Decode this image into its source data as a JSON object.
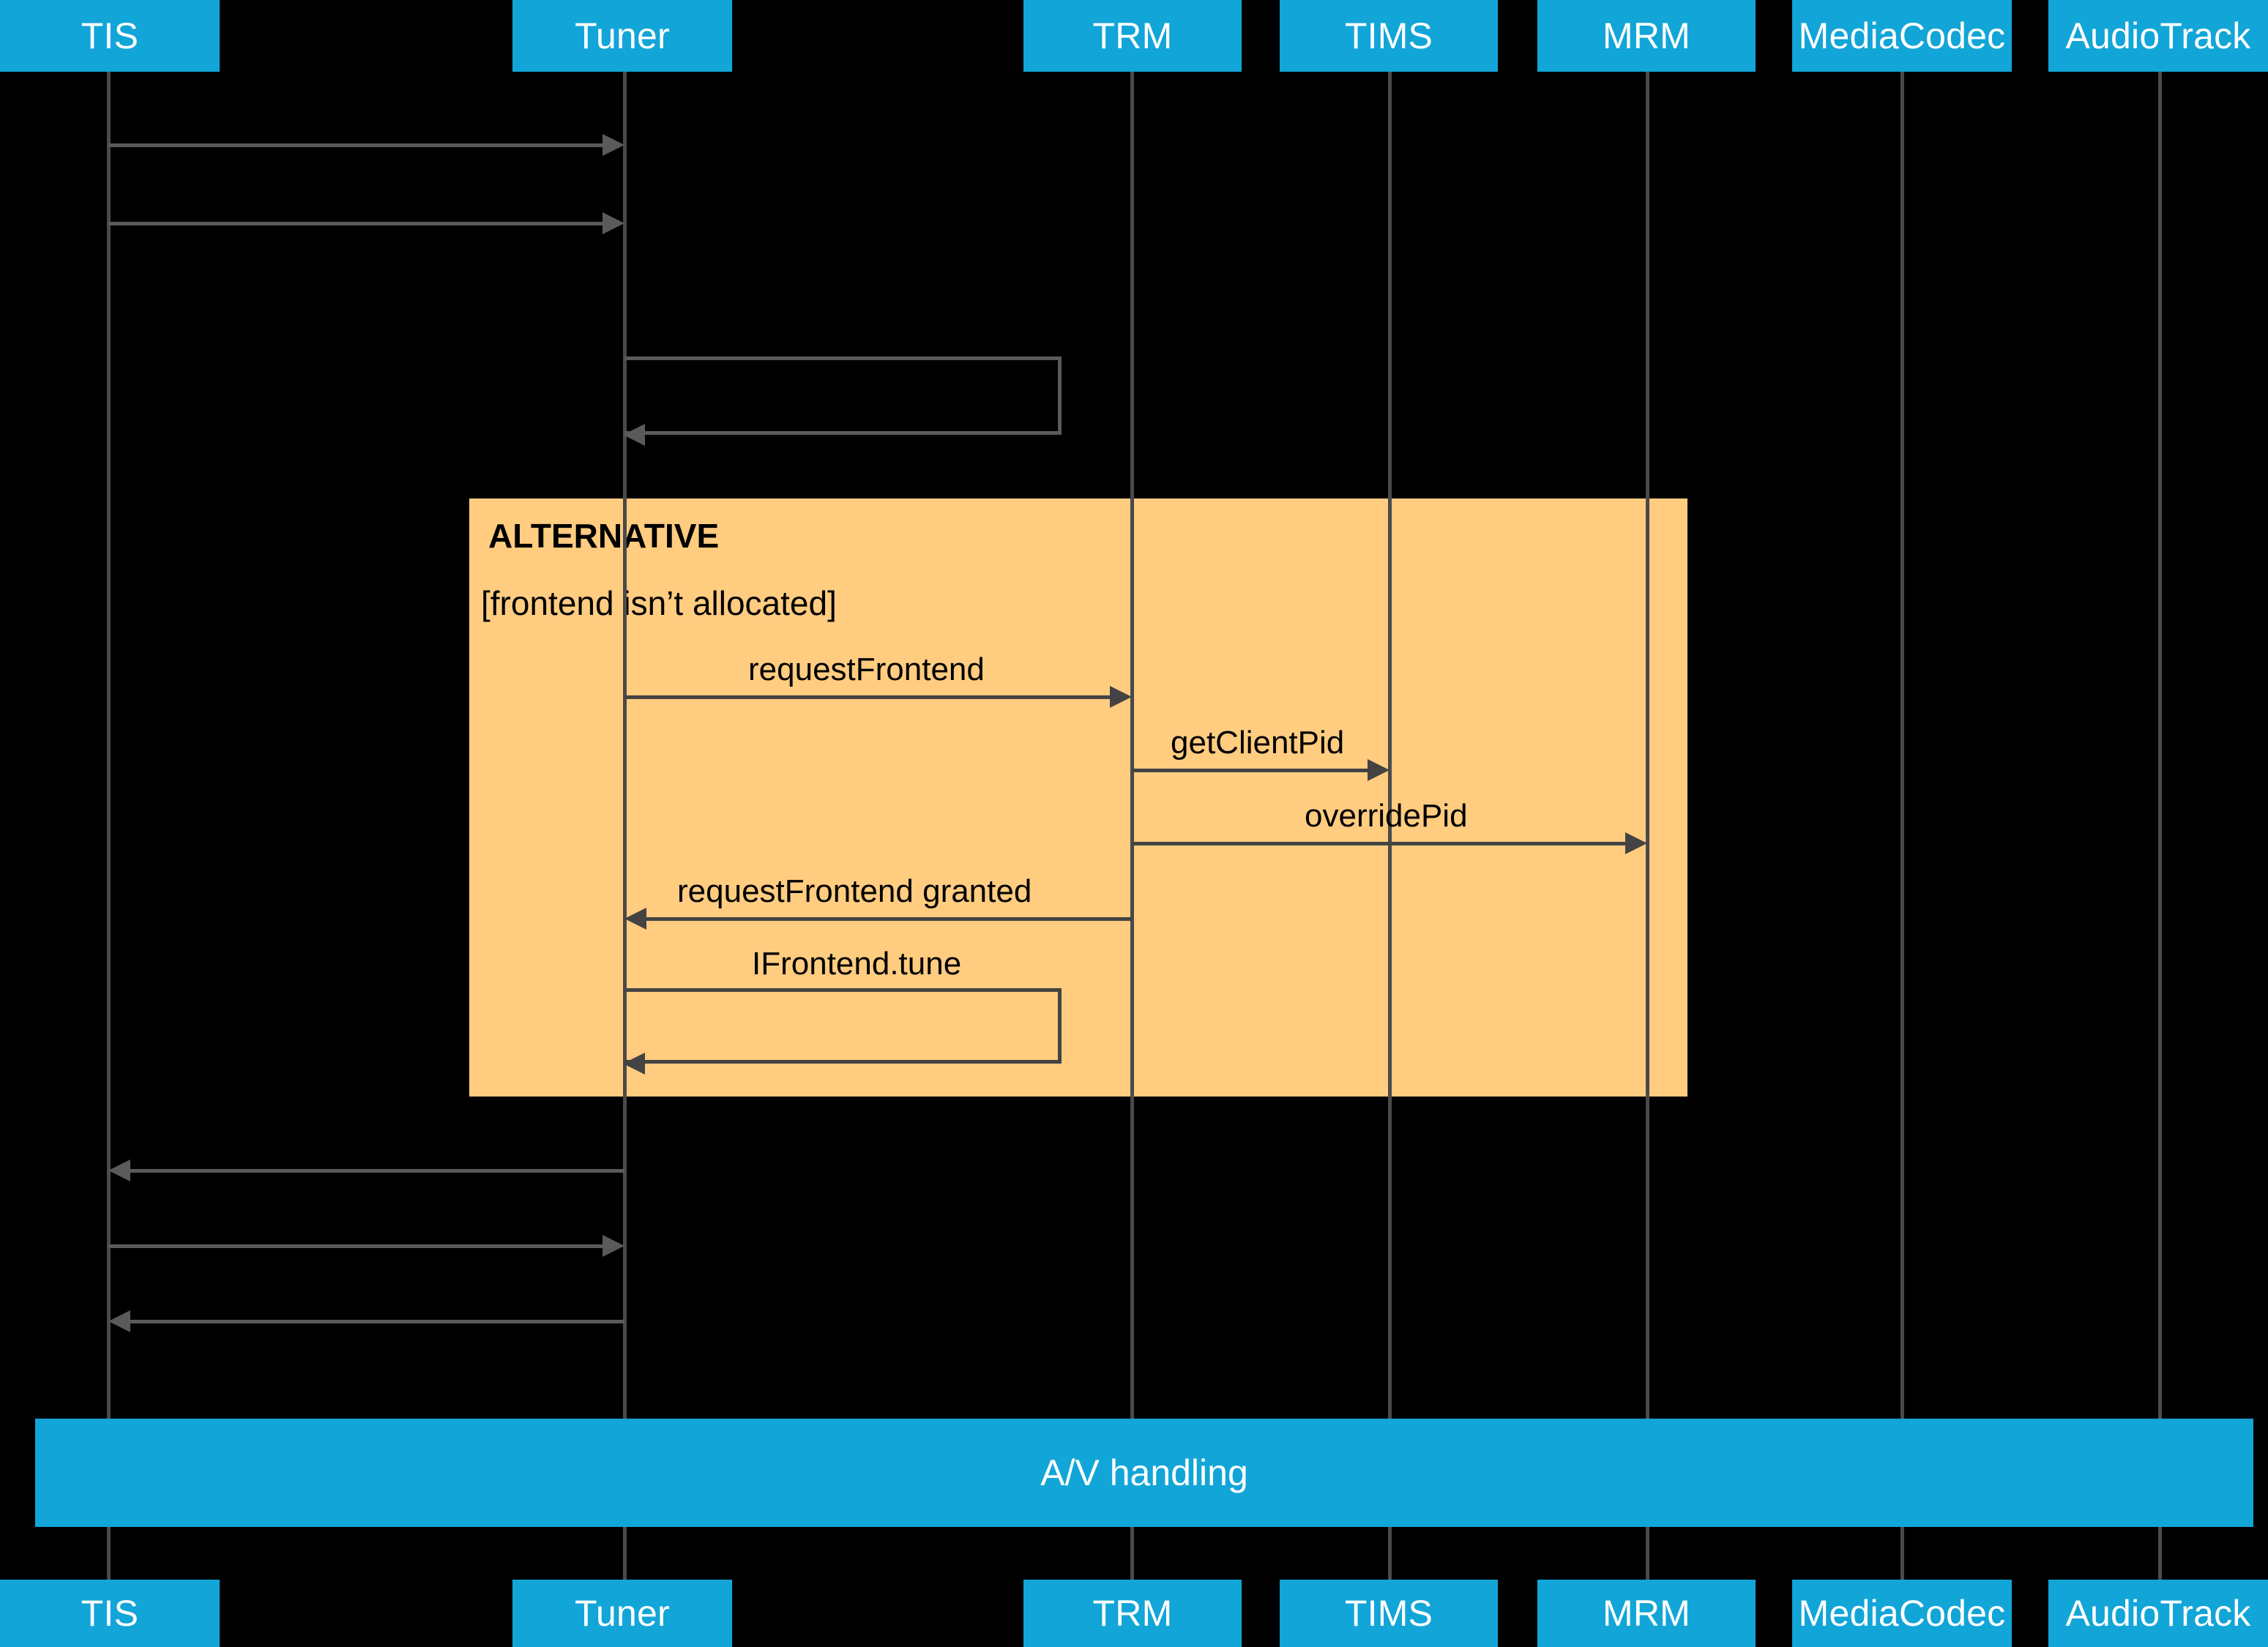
{
  "diagram": {
    "type": "uml-sequence-diagram",
    "background_color": "#000000",
    "participant_color": "#12A5D8",
    "participant_text_color": "#FFFFFF",
    "fragment_color": "#FFCC80",
    "arrow_color": "#434343",
    "lifeline_color": "#4A4A4A"
  },
  "participants": [
    {
      "id": "tis",
      "label": "TIS"
    },
    {
      "id": "tuner",
      "label": "Tuner"
    },
    {
      "id": "trm",
      "label": "TRM"
    },
    {
      "id": "tims",
      "label": "TIMS"
    },
    {
      "id": "mrm",
      "label": "MRM"
    },
    {
      "id": "mediacodec",
      "label": "MediaCodec"
    },
    {
      "id": "audiotrack",
      "label": "AudioTrack"
    }
  ],
  "fragment": {
    "operator": "ALTERNATIVE",
    "guard": "[frontend isn’t allocated]"
  },
  "messages": [
    {
      "id": "m1",
      "label": "",
      "from": "tis",
      "to": "tuner"
    },
    {
      "id": "m2",
      "label": "",
      "from": "tis",
      "to": "tuner"
    },
    {
      "id": "m3",
      "label": "",
      "from": "tuner",
      "to": "tuner"
    },
    {
      "id": "m4",
      "label": "requestFrontend",
      "from": "tuner",
      "to": "trm"
    },
    {
      "id": "m5",
      "label": "getClientPid",
      "from": "trm",
      "to": "tims"
    },
    {
      "id": "m6",
      "label": "overridePid",
      "from": "trm",
      "to": "mrm"
    },
    {
      "id": "m7",
      "label": "requestFrontend granted",
      "from": "trm",
      "to": "tuner"
    },
    {
      "id": "m8",
      "label": "IFrontend.tune",
      "from": "tuner",
      "to": "tuner"
    },
    {
      "id": "m9",
      "label": "",
      "from": "tuner",
      "to": "tis"
    },
    {
      "id": "m10",
      "label": "",
      "from": "tis",
      "to": "tuner"
    },
    {
      "id": "m11",
      "label": "",
      "from": "tuner",
      "to": "tis"
    }
  ],
  "reference_bar": {
    "label": "A/V handling"
  }
}
